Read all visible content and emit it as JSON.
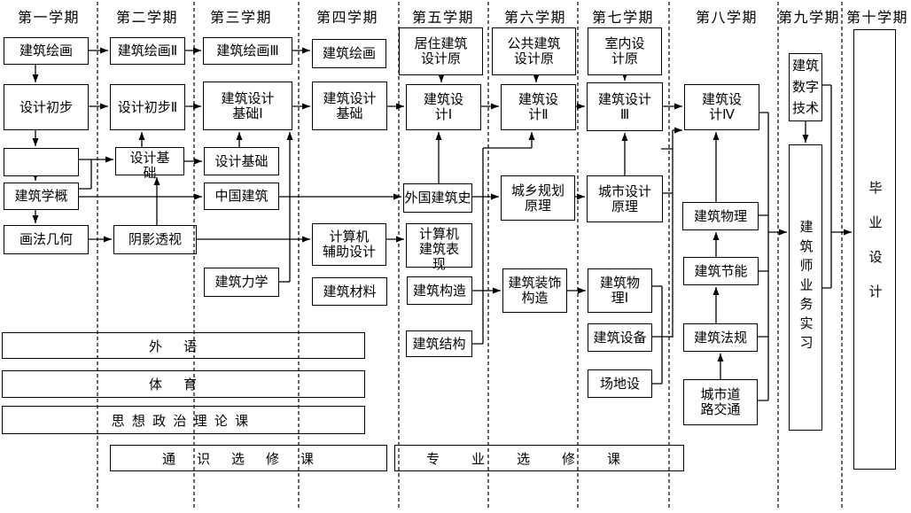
{
  "diagram_type": "curriculum-flowchart",
  "language": "zh-CN",
  "colors": {
    "line": "#000000",
    "background": "#ffffff",
    "text": "#000000"
  },
  "semester_headers": [
    "第一学期",
    "第二学期",
    "第三学期",
    "第四学期",
    "第五学期",
    "第六学期",
    "第七学期",
    "第八学期",
    "第九学期",
    "第十学期"
  ],
  "courses": {
    "jianzhu_huihua_1": "建筑绘画",
    "sheji_chubu_1": "设计初步",
    "unnamed_box": "",
    "jianzhuxue_gai": "建筑学概",
    "huafa_jihe": "画法几何",
    "jianzhu_huihua_2": "建筑绘画Ⅱ",
    "sheji_chubu_2": "设计初步Ⅱ",
    "sheji_jichu_2": "设计基\n础",
    "yinying_toushi": "阴影透视",
    "jianzhu_huihua_3": "建筑绘画Ⅲ",
    "jianzhu_sheji_jichu_1": "建筑设计\n基础Ⅰ",
    "sheji_jichu_3": "设计基础",
    "zhongguo_jianzhu": "中国建筑",
    "jianzhu_lixue": "建筑力学",
    "jianzhu_huihua_4": "建筑绘画",
    "jianzhu_sheji_jichu_4": "建筑设计\n基础",
    "jisuanji_fuzhu_sheji": "计算机\n辅助设计",
    "jianzhu_cailiao": "建筑材料",
    "juzhu_jianzhu_sheji_yuan": "居住建筑\n设计原",
    "jianzhu_sheji_1": "建筑设\n计Ⅰ",
    "waiguo_jianzhushi": "外国建筑史",
    "jisuanji_jianzhu_biaoxian": "计算机\n建筑表\n现",
    "jianzhu_gouzao": "建筑构造",
    "jianzhu_jiegou": "建筑结构",
    "gonggong_jianzhu_sheji_yuan": "公共建筑\n设计原",
    "jianzhu_sheji_2": "建筑设\n计Ⅱ",
    "chengxiang_guihua_yuanli": "城乡规划\n原理",
    "jianzhu_zhuangshi_gouzao": "建筑装饰\n构造",
    "shinei_sheji_yuan": "室内设\n计原",
    "jianzhu_sheji_3": "建筑设计\nⅢ",
    "chengshi_sheji_yuanli": "城市设计\n原理",
    "jianzhu_wuli_1": "建筑物\n理Ⅰ",
    "jianzhu_shebei": "建筑设备",
    "changdi_she": "场地设",
    "jianzhu_sheji_4": "建筑设\n计Ⅳ",
    "jianzhu_wuli": "建筑物理",
    "jianzhu_jieneng": "建筑节能",
    "jianzhu_fagui": "建筑法规",
    "chengshi_daolu_jiaotong": "城市道\n路交通",
    "jianzhu_shuzi_jishu": "建筑 数字 技术",
    "jianzhushi_yewu_shixi": "建筑师业务实习",
    "biye_sheji": "毕业设计",
    "waiyu": "外语",
    "tiyu": "体育",
    "sixiang_zhengzhi_lilun_ke": "思想政治理论课",
    "tongshi_xuanxiu_ke": "通识选修课",
    "zhuanye_xuanxiu_ke": "专业选修课"
  }
}
